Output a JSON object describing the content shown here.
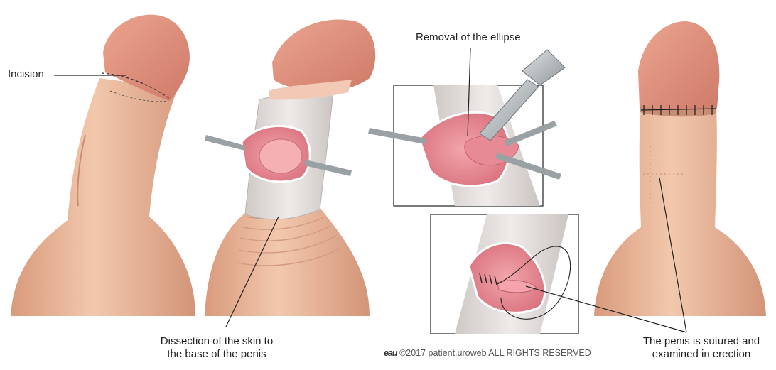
{
  "labels": {
    "incision": "Incision",
    "removal": "Removal of the ellipse",
    "dissection_line1": "Dissection of the skin to",
    "dissection_line2": "the base of the penis",
    "sutured_line1": "The penis is sutured and",
    "sutured_line2": "examined in erection"
  },
  "copyright": {
    "logo": "eau",
    "text": "©2017 patient.uroweb ALL RIGHTS RESERVED"
  },
  "colors": {
    "skin": "#e9b89a",
    "skin_shadow": "#d99f80",
    "glans": "#e08f7c",
    "sleeve": "#e6e2e0",
    "tissue": "#e98a94"
  }
}
